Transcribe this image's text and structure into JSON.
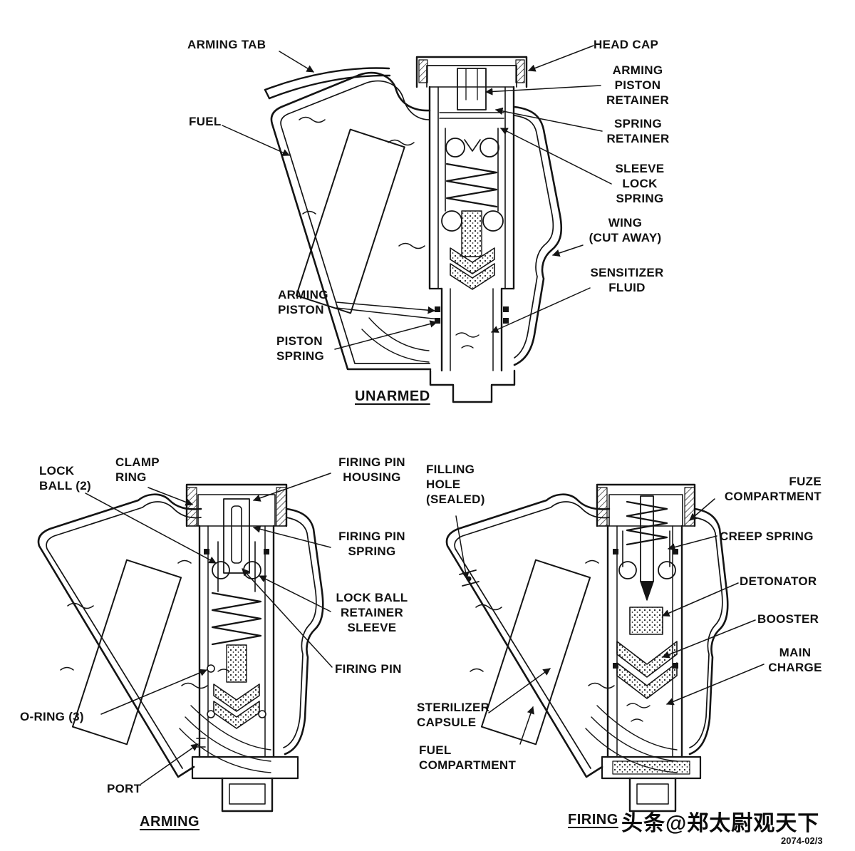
{
  "figure": {
    "caption_unarmed": "UNARMED",
    "caption_arming": "ARMING",
    "caption_firing": "FIRING",
    "ref_number": "2074-02/3",
    "watermark": "头条@郑太尉观天下"
  },
  "unarmed": {
    "labels": {
      "arming_tab": "ARMING TAB",
      "fuel": "FUEL",
      "head_cap": "HEAD CAP",
      "arming_piston_retainer": "ARMING\nPISTON\nRETAINER",
      "spring_retainer": "SPRING\nRETAINER",
      "sleeve_lock_spring": "SLEEVE\nLOCK\nSPRING",
      "wing_cut_away": "WING\n(CUT AWAY)",
      "sensitizer_fluid": "SENSITIZER\nFLUID",
      "arming_piston": "ARMING\nPISTON",
      "piston_spring": "PISTON\nSPRING"
    }
  },
  "arming": {
    "labels": {
      "lock_ball": "LOCK\nBALL (2)",
      "clamp_ring": "CLAMP\nRING",
      "firing_pin_housing": "FIRING PIN\nHOUSING",
      "firing_pin_spring": "FIRING PIN\nSPRING",
      "lock_ball_retainer_sleeve": "LOCK BALL\nRETAINER\nSLEEVE",
      "firing_pin": "FIRING PIN",
      "o_ring": "O-RING (3)",
      "port": "PORT"
    }
  },
  "firing": {
    "labels": {
      "filling_hole": "FILLING\nHOLE\n(SEALED)",
      "fuze_compartment": "FUZE\nCOMPARTMENT",
      "creep_spring": "CREEP SPRING",
      "detonator": "DETONATOR",
      "booster": "BOOSTER",
      "main_charge": "MAIN\nCHARGE",
      "sterilizer_capsule": "STERILIZER\nCAPSULE",
      "fuel_compartment": "FUEL\nCOMPARTMENT"
    }
  }
}
